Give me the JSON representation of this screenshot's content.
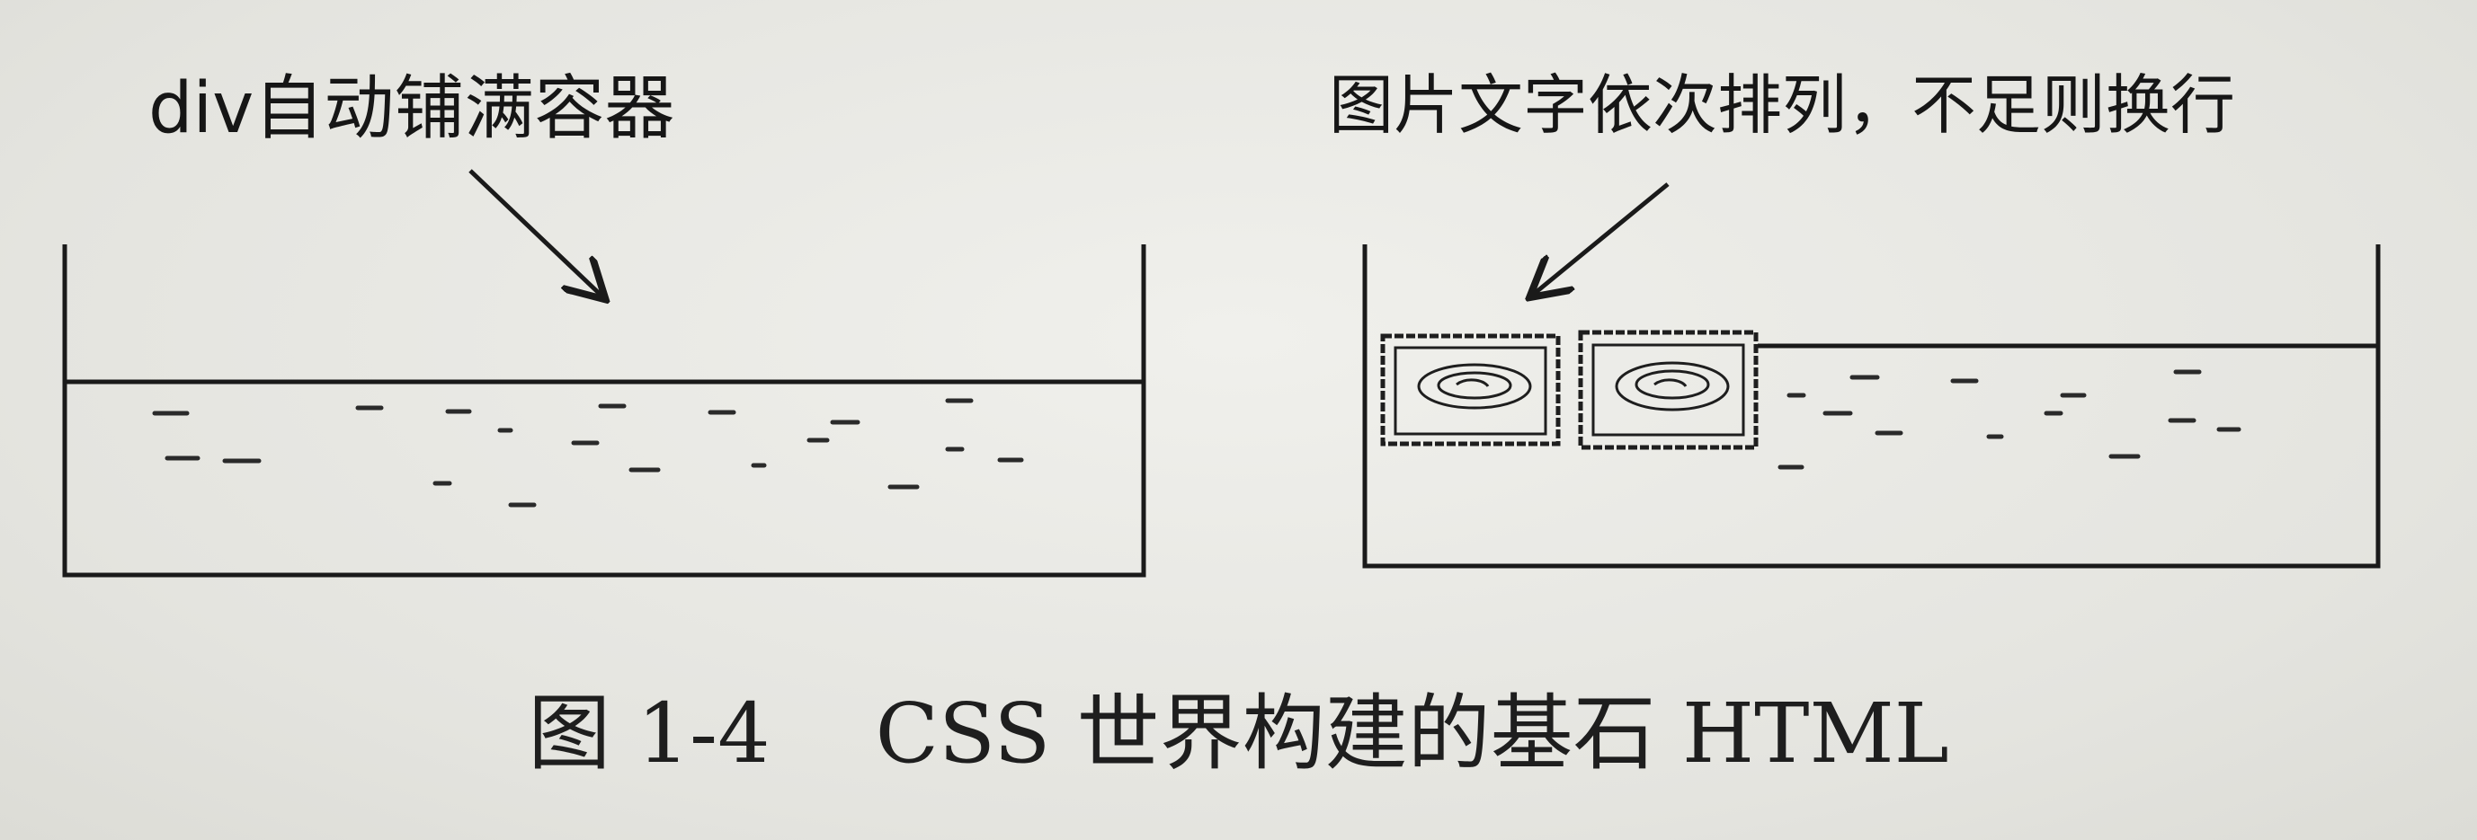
{
  "left_panel": {
    "label": "div自动铺满容器"
  },
  "right_panel": {
    "label": "图片文字依次排列，不足则换行"
  },
  "figure": {
    "caption": "图 1-4    CSS 世界构建的基石 HTML"
  }
}
